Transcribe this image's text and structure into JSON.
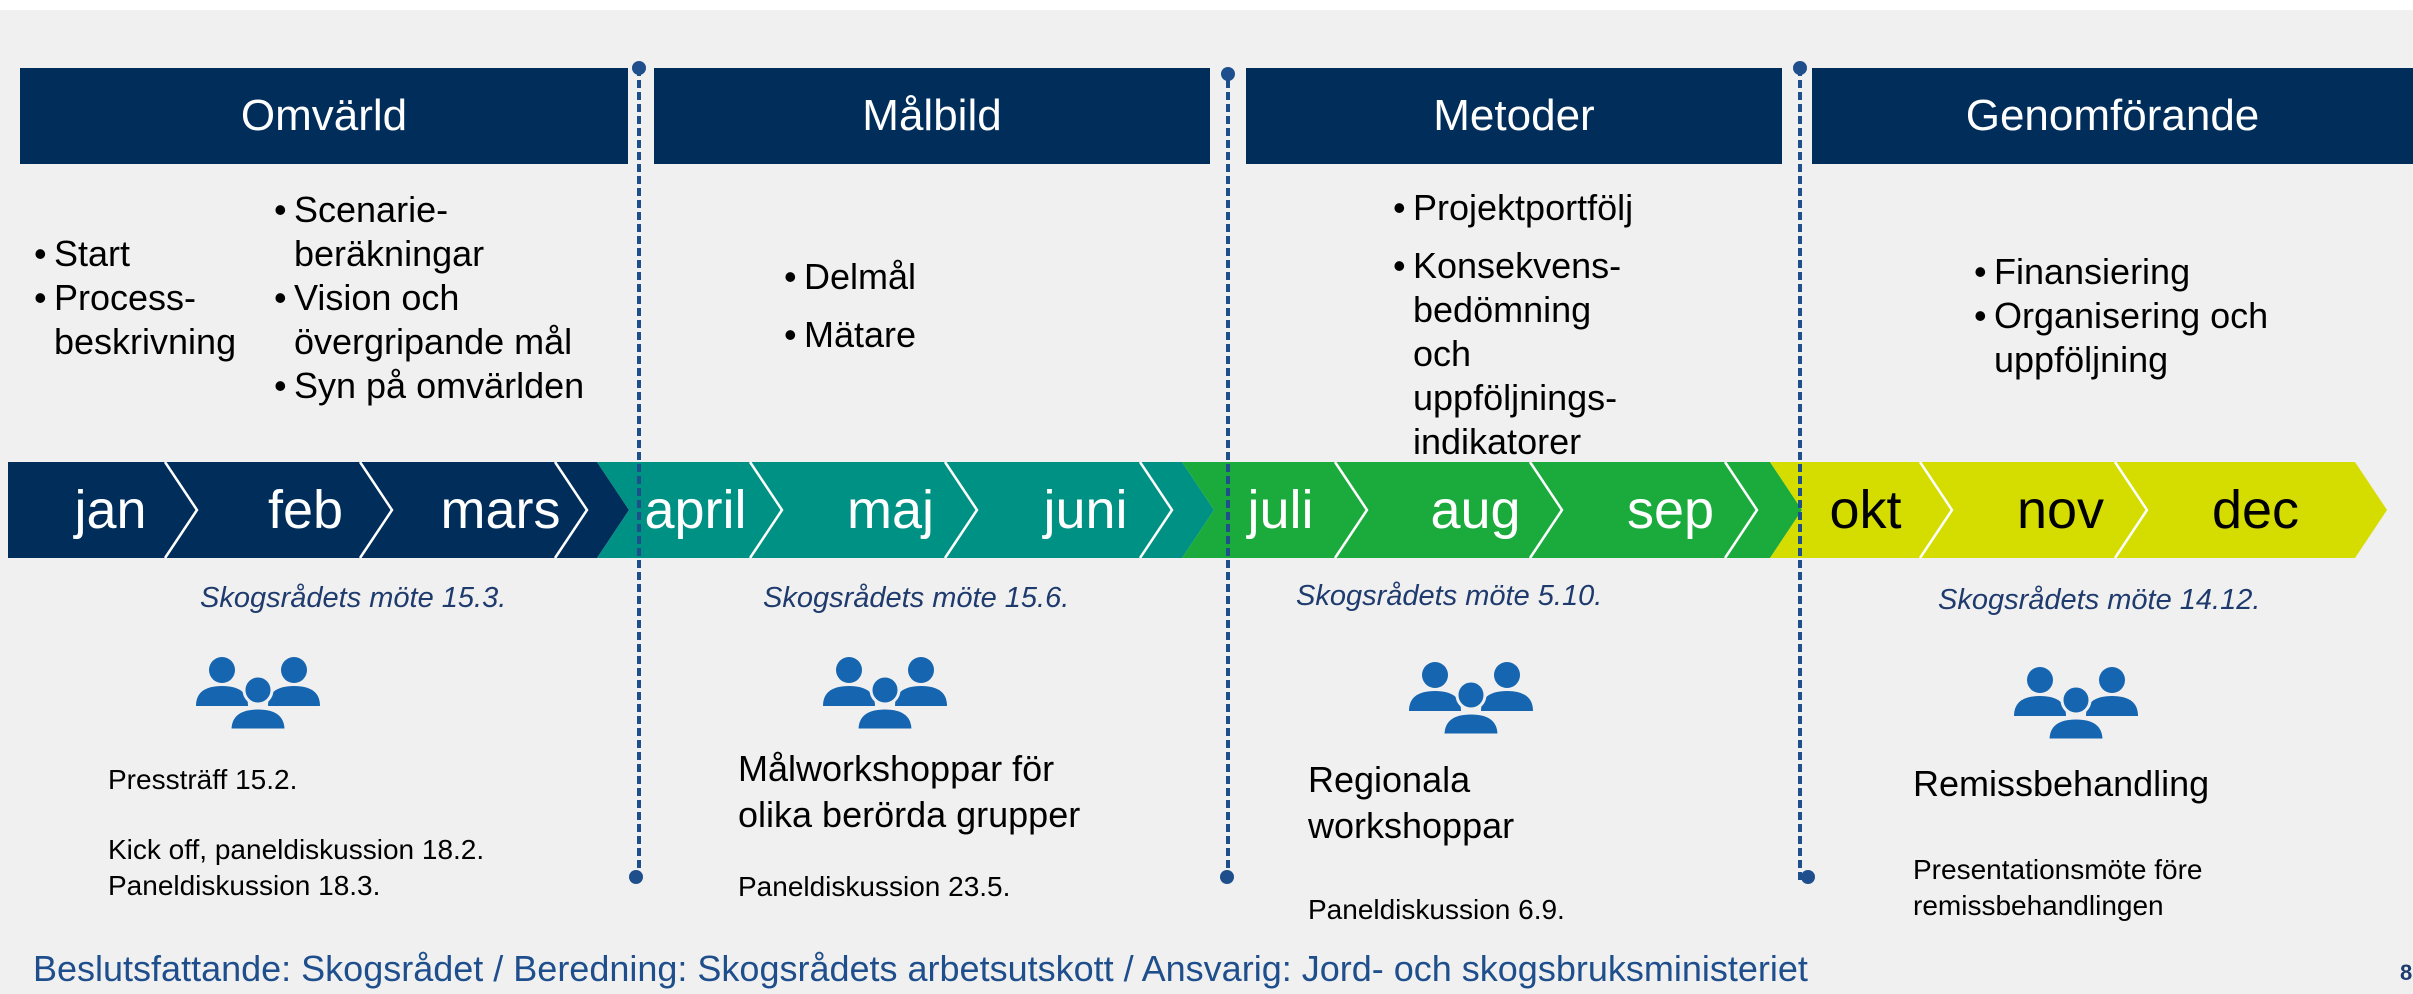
{
  "phases": [
    "Omvärld",
    "Målbild",
    "Metoder",
    "Genomförande"
  ],
  "bullets": {
    "omvarld_left": [
      "Start",
      "Process-\nbeskrivning"
    ],
    "omvarld_right": [
      "Scenarie-\nberäkningar",
      "Vision och\növergripande mål",
      "Syn på omvärlden"
    ],
    "malbild": [
      "Delmål",
      "Mätare"
    ],
    "metoder": [
      "Projektportfölj",
      "Konsekvens-\nbedömning\noch\nuppföljnings-\nindikatorer"
    ],
    "genomforande": [
      "Finansiering",
      "Organisering och\nuppföljning"
    ]
  },
  "months": [
    "jan",
    "feb",
    "mars",
    "april",
    "maj",
    "juni",
    "juli",
    "aug",
    "sep",
    "okt",
    "nov",
    "dec"
  ],
  "meetings": [
    "Skogsrådets möte 15.3.",
    "Skogsrådets möte  15.6.",
    "Skogsrådets möte  5.10.",
    "Skogsrådets möte 14.12."
  ],
  "events": {
    "q1_a": "Pressträff 15.2.",
    "q1_b": "Kick off, paneldiskussion 18.2.",
    "q1_c": "Paneldiskussion 18.3.",
    "q2_main": "Målworkshoppar för\nolika berörda grupper",
    "q2_sub": "Paneldiskussion 23.5.",
    "q3_main": "Regionala\nworkshoppar",
    "q3_sub": "Paneldiskussion 6.9.",
    "q4_main": "Remissbehandling",
    "q4_sub": "Presentationsmöte före\nremissbehandlingen"
  },
  "footer": "Beslutsfattande: Skogsrådet / Beredning: Skogsrådets arbetsutskott / Ansvarig: Jord- och skogsbruksministeriet",
  "page_number": "8",
  "colors": {
    "navy": "#002d5a",
    "teal": "#009185",
    "green": "#1aab3c",
    "lime": "#d4dc00",
    "accent_blue": "#1f4e8c",
    "icon_blue": "#1565b0"
  },
  "icons": {
    "people": "people-group-icon"
  }
}
